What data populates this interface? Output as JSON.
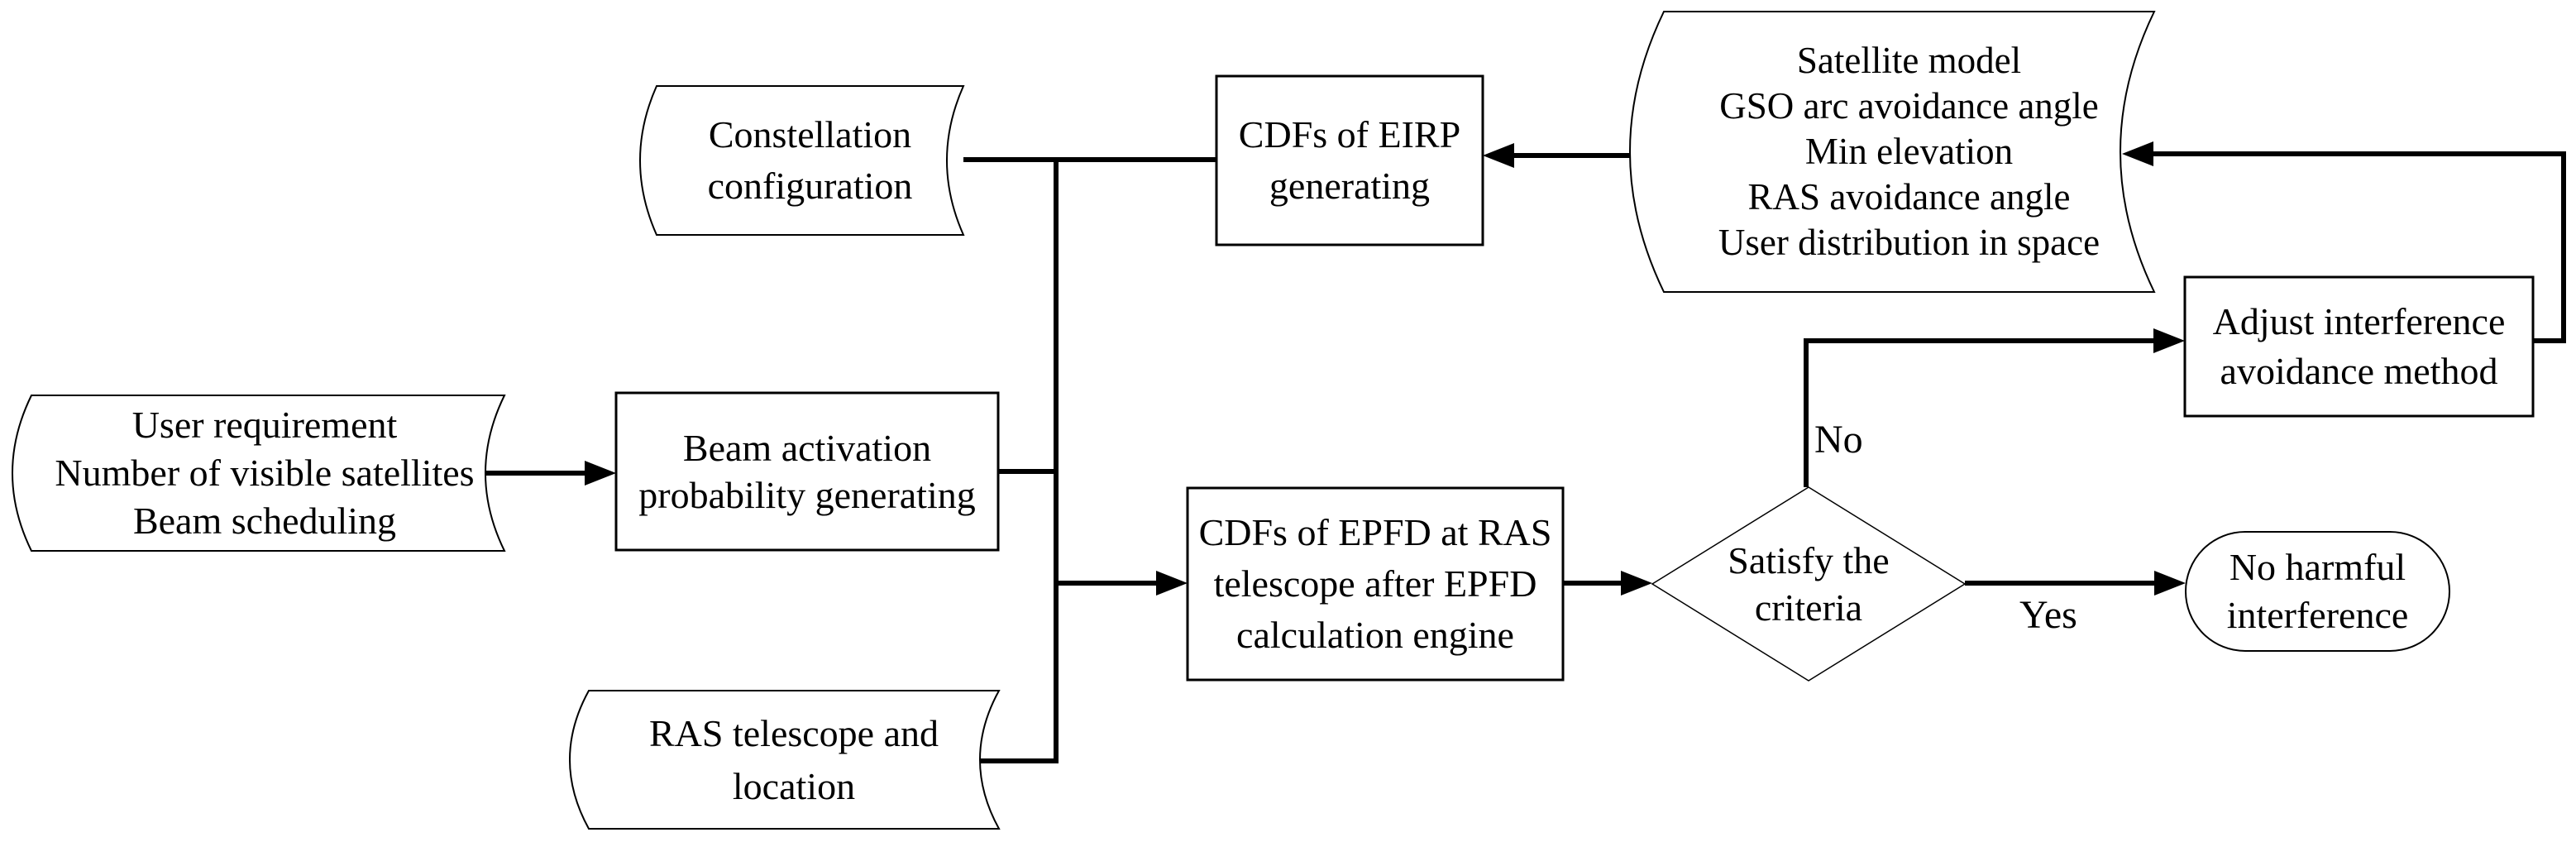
{
  "diagram": {
    "background_color": "#ffffff",
    "line_color": "#000000",
    "nodes": {
      "user_requirements": {
        "type": "stored-data",
        "lines": [
          "User requirement",
          "Number of visible satellites",
          "Beam scheduling"
        ]
      },
      "beam_activation": {
        "type": "process",
        "lines": [
          "Beam activation",
          "probability generating"
        ]
      },
      "constellation": {
        "type": "stored-data",
        "lines": [
          "Constellation",
          "configuration"
        ]
      },
      "eirp_generating": {
        "type": "process",
        "lines": [
          "CDFs of EIRP",
          "generating"
        ]
      },
      "satellite_inputs": {
        "type": "stored-data",
        "lines": [
          "Satellite model",
          "GSO arc avoidance angle",
          "Min elevation",
          "RAS avoidance angle",
          "User distribution in space"
        ]
      },
      "adjust_method": {
        "type": "process",
        "lines": [
          "Adjust interference",
          "avoidance method"
        ]
      },
      "epfd_engine": {
        "type": "process",
        "lines": [
          "CDFs of EPFD at RAS",
          "telescope after EPFD",
          "calculation engine"
        ]
      },
      "decision": {
        "type": "decision",
        "lines": [
          "Satisfy the",
          "criteria"
        ]
      },
      "no_harmful": {
        "type": "terminator",
        "lines": [
          "No harmful",
          "interference"
        ]
      },
      "ras_telescope": {
        "type": "stored-data",
        "lines": [
          "RAS telescope and",
          "location"
        ]
      }
    },
    "edge_labels": {
      "no": "No",
      "yes": "Yes"
    }
  }
}
